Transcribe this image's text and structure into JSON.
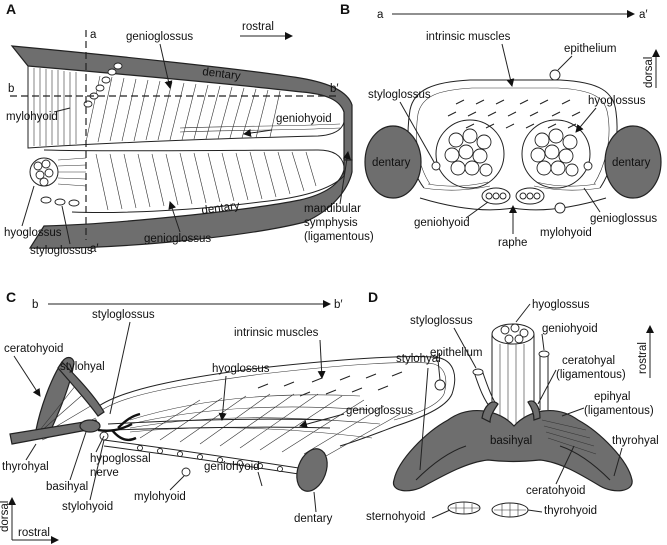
{
  "panels": {
    "A": {
      "letter": "A",
      "rostral": "rostral",
      "section_a": "a",
      "section_a_prime": "a′",
      "section_b": "b",
      "section_b_prime": "b′",
      "genioglossus_top": "genioglossus",
      "dentary_top": "dentary",
      "mylohyoid": "mylohyoid",
      "geniohyoid": "geniohyoid",
      "dentary_bottom": "dentary",
      "mandibular_symphysis_1": "mandibular",
      "mandibular_symphysis_2": "symphysis",
      "mandibular_symphysis_3": "(ligamentous)",
      "hyoglossus": "hyoglossus",
      "styloglossus": "styloglossus",
      "genioglossus_bottom": "genioglossus"
    },
    "B": {
      "letter": "B",
      "axis_a": "a",
      "axis_a_prime": "a′",
      "intrinsic_muscles": "intrinsic muscles",
      "epithelium": "epithelium",
      "dorsal": "dorsal",
      "styloglossus": "styloglossus",
      "hyoglossus": "hyoglossus",
      "dentary_left": "dentary",
      "dentary_right": "dentary",
      "geniohyoid": "geniohyoid",
      "raphe": "raphe",
      "mylohyoid": "mylohyoid",
      "genioglossus": "genioglossus"
    },
    "C": {
      "letter": "C",
      "axis_b": "b",
      "axis_b_prime": "b′",
      "styloglossus": "styloglossus",
      "intrinsic_muscles": "intrinsic muscles",
      "ceratohyoid": "ceratohyoid",
      "stylohyal": "stylohyal",
      "hyoglossus": "hyoglossus",
      "epithelium": "epithelium",
      "genioglossus": "genioglossus",
      "thyrohyal": "thyrohyal",
      "hypoglossal_1": "hypoglossal",
      "hypoglossal_2": "nerve",
      "basihyal": "basihyal",
      "geniohyoid": "geniohyoid",
      "mylohyoid": "mylohyoid",
      "dentary": "dentary",
      "stylohyoid": "stylohyoid",
      "dorsal": "dorsal",
      "rostral": "rostral"
    },
    "D": {
      "letter": "D",
      "hyoglossus": "hyoglossus",
      "styloglossus": "styloglossus",
      "geniohyoid": "geniohyoid",
      "rostral": "rostral",
      "ceratohyal_1": "ceratohyal",
      "ceratohyal_2": "(ligamentous)",
      "stylohyal": "stylohyal",
      "epihyal_1": "epihyal",
      "epihyal_2": "(ligamentous)",
      "basihyal": "basihyal",
      "thyrohyal": "thyrohyal",
      "ceratohyoid": "ceratohyoid",
      "sternohyoid": "sternohyoid",
      "thyrohyoid": "thyrohyoid"
    }
  }
}
